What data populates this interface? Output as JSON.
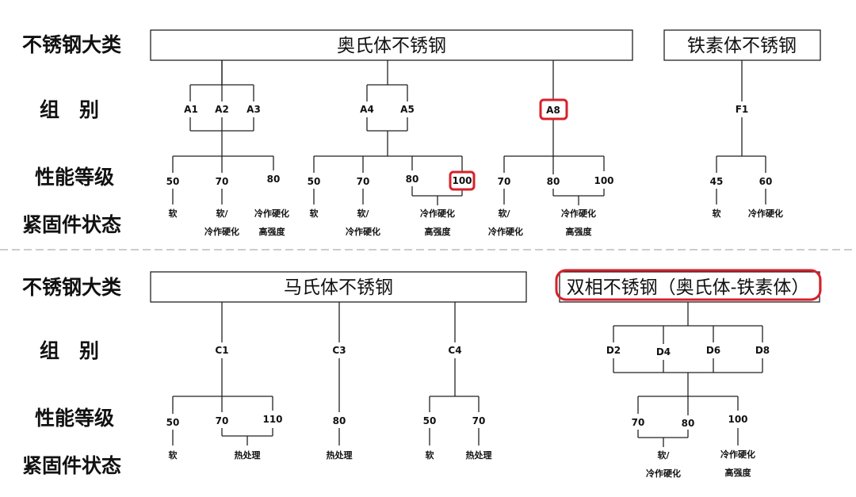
{
  "rows": {
    "category_label": "不锈钢大类",
    "group_label": "组　别",
    "grade_label": "性能等级",
    "state_label": "紧固件状态"
  },
  "top": {
    "austenitic": {
      "title": "奥氏体不锈钢",
      "groups": [
        "A1",
        "A2",
        "A3",
        "A4",
        "A5",
        "A8"
      ],
      "set1_grades": [
        "50",
        "70",
        "80"
      ],
      "set1_states": [
        "软",
        "软/",
        "冷作硬化",
        "冷作硬化",
        "高强度"
      ],
      "set2_grades": [
        "50",
        "70",
        "80",
        "100"
      ],
      "set2_states": [
        "软",
        "软/",
        "冷作硬化",
        "冷作硬化",
        "高强度"
      ],
      "set3_grades": [
        "70",
        "80",
        "100"
      ],
      "set3_states": [
        "软/",
        "冷作硬化",
        "冷作硬化",
        "高强度"
      ]
    },
    "ferritic": {
      "title": "铁素体不锈钢",
      "groups": [
        "F1"
      ],
      "grades": [
        "45",
        "60"
      ],
      "states": [
        "软",
        "冷作硬化"
      ]
    }
  },
  "bottom": {
    "martensitic": {
      "title": "马氏体不锈钢",
      "groups": [
        "C1",
        "C3",
        "C4"
      ],
      "c1_grades": [
        "50",
        "70",
        "110"
      ],
      "c1_states": [
        "软",
        "热处理"
      ],
      "c3_grades": [
        "80"
      ],
      "c3_states": [
        "热处理"
      ],
      "c4_grades": [
        "50",
        "70"
      ],
      "c4_states": [
        "软",
        "热处理"
      ]
    },
    "duplex": {
      "title": "双相不锈钢（奥氏体-铁素体）",
      "groups": [
        "D2",
        "D4",
        "D6",
        "D8"
      ],
      "grades": [
        "70",
        "80",
        "100"
      ],
      "states": [
        "软/",
        "冷作硬化",
        "冷作硬化",
        "高强度"
      ]
    }
  },
  "highlight_color": "#d8202a"
}
